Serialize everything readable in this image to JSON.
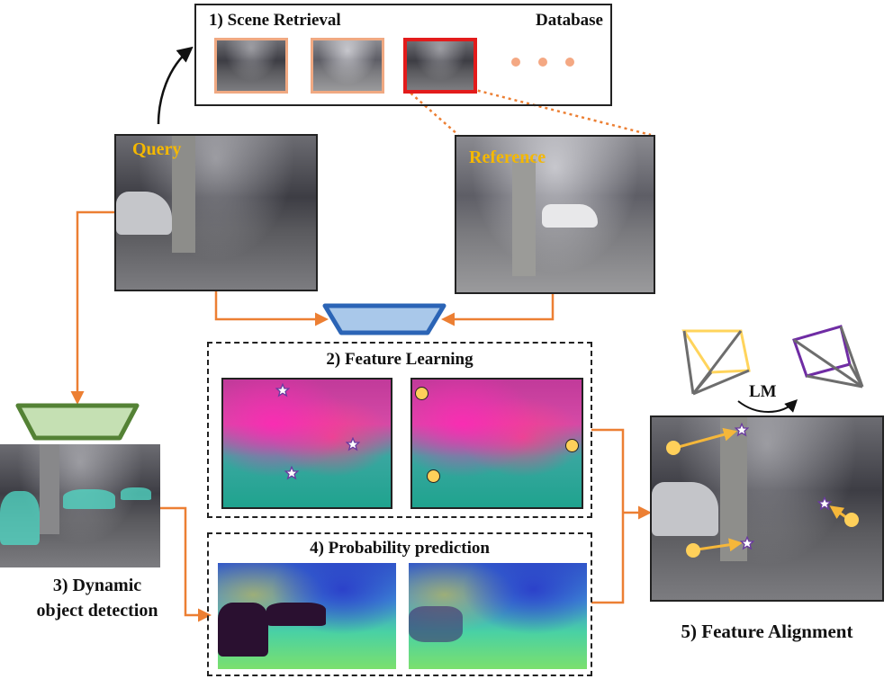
{
  "retrieval": {
    "title": "1) Scene Retrieval",
    "database_label": "Database"
  },
  "query": {
    "label": "Query"
  },
  "reference": {
    "label": "Reference"
  },
  "feature_learning": {
    "title": "2) Feature Learning"
  },
  "dynamic": {
    "title_line1": "3) Dynamic",
    "title_line2": "object detection"
  },
  "probability": {
    "title": "4)  Probability prediction"
  },
  "alignment": {
    "title": "5) Feature Alignment",
    "lm_label": "LM"
  },
  "colors": {
    "arrow_orange": "#ec7f33",
    "label_gold": "#f5b800",
    "thumb_border": "#f0a982",
    "thumb_selected": "#e31b1b",
    "encoder_blue": "#a9c8ea",
    "encoder_blue_edge": "#2b64b6",
    "detector_green": "#c5e0b3",
    "detector_green_edge": "#548235",
    "keypoint_yellow": "#ffd05a",
    "keypoint_star": "#6a3aa0",
    "camera_gold": "#ffd45c",
    "camera_purple": "#6f2ca4"
  },
  "icons": [
    "star-keypoint-icon",
    "circle-keypoint-icon",
    "camera-frustum-icon",
    "ellipsis-icon"
  ]
}
